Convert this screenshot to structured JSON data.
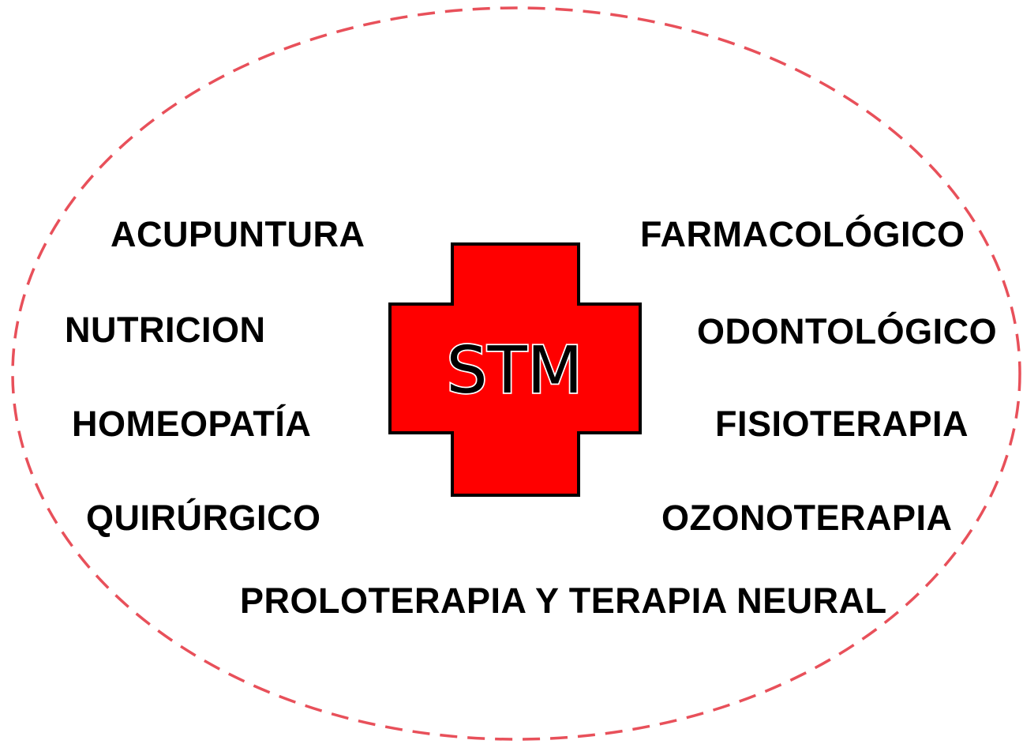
{
  "diagram": {
    "colors": {
      "ring_stroke": "#e8505a",
      "cross_fill": "#ff0000",
      "cross_stroke": "#000000",
      "text": "#000000"
    },
    "center_logo": {
      "icon": "red-cross-icon",
      "label": "STM"
    },
    "left_items": [
      {
        "label": "ACUPUNTURA"
      },
      {
        "label": "NUTRICION"
      },
      {
        "label": "HOMEOPATÍA"
      },
      {
        "label": "QUIRÚRGICO"
      }
    ],
    "right_items": [
      {
        "label": "FARMACOLÓGICO"
      },
      {
        "label": "ODONTOLÓGICO"
      },
      {
        "label": "FISIOTERAPIA"
      },
      {
        "label": "OZONOTERAPIA"
      }
    ],
    "bottom_item": {
      "label": "PROLOTERAPIA Y TERAPIA NEURAL"
    }
  }
}
